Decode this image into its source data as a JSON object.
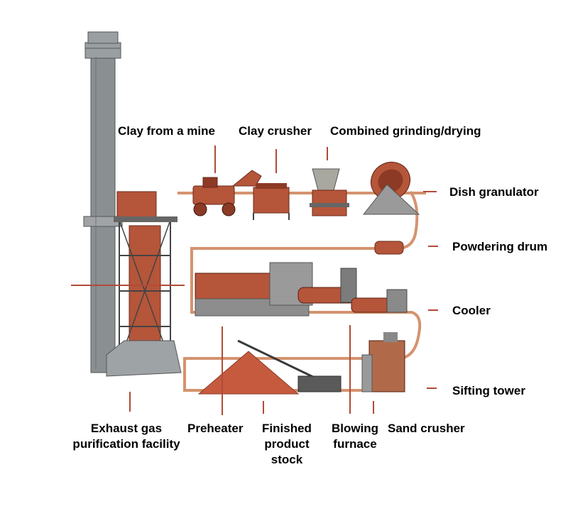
{
  "labels": {
    "clay_mine": "Clay from a mine",
    "clay_crusher": "Clay crusher",
    "grinding": "Combined grinding/drying",
    "dish_granulator": "Dish granulator",
    "powdering_drum": "Powdering drum",
    "cooler": "Cooler",
    "sifting_tower": "Sifting tower",
    "exhaust_line1": "Exhaust gas",
    "exhaust_line2": "purification facility",
    "preheater": "Preheater",
    "finished_line1": "Finished",
    "finished_line2": "product",
    "finished_line3": "stock",
    "blowing_line1": "Blowing",
    "blowing_line2": "furnace",
    "sand_crusher": "Sand crusher"
  },
  "colors": {
    "leader": "#b14a38",
    "pipe": "#d4936f",
    "rust": "#b5553a",
    "steel": "#8c8c8c",
    "dark": "#4a4a4a"
  }
}
